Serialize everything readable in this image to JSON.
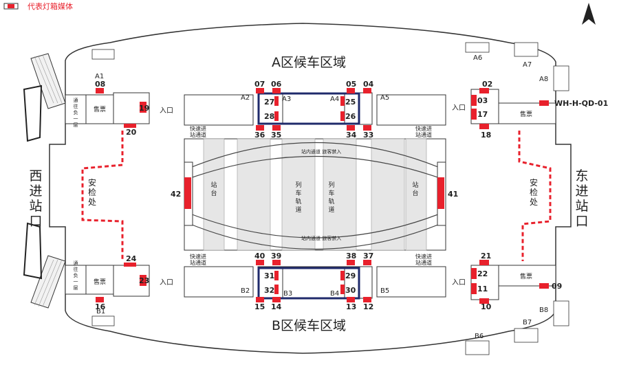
{
  "legend": {
    "label": "代表灯箱媒体",
    "color": "#e8212c"
  },
  "north_icon": "north-arrow-icon",
  "zones": {
    "a": "A区候车区域",
    "b": "B区候车区域"
  },
  "entrances": {
    "west": "西进站口",
    "east": "东进站口",
    "entry": "入口"
  },
  "security": "安检处",
  "ticket": "售票",
  "passage": "通往负一层",
  "fast_entry": "快速进站通道",
  "platform": "站台",
  "track": "列车轨道",
  "inner_passage": "站内通道  旅客禁入",
  "media_code": "WH-H-QD-01",
  "exits": {
    "a1": "A1",
    "a2": "A2",
    "a3": "A3",
    "a4": "A4",
    "a5": "A5",
    "a6": "A6",
    "a7": "A7",
    "a8": "A8",
    "b1": "B1",
    "b2": "B2",
    "b3": "B3",
    "b4": "B4",
    "b5": "B5",
    "b6": "B6",
    "b7": "B7",
    "b8": "B8"
  },
  "media": {
    "m01": "01",
    "m02": "02",
    "m03": "03",
    "m04": "04",
    "m05": "05",
    "m06": "06",
    "m07": "07",
    "m08": "08",
    "m09": "09",
    "m10": "10",
    "m11": "11",
    "m12": "12",
    "m13": "13",
    "m14": "14",
    "m15": "15",
    "m16": "16",
    "m17": "17",
    "m18": "18",
    "m19": "19",
    "m20": "20",
    "m21": "21",
    "m22": "22",
    "m23": "23",
    "m24": "24",
    "m25": "25",
    "m26": "26",
    "m27": "27",
    "m28": "28",
    "m29": "29",
    "m30": "30",
    "m31": "31",
    "m32": "32",
    "m33": "33",
    "m34": "34",
    "m35": "35",
    "m36": "36",
    "m37": "37",
    "m38": "38",
    "m39": "39",
    "m40": "40",
    "m41": "41",
    "m42": "42"
  },
  "colors": {
    "media": "#e8212c",
    "highlight": "#1f2a6b",
    "outline": "#333333",
    "platform": "#e6e6e6",
    "dashed": "#e8212c"
  }
}
